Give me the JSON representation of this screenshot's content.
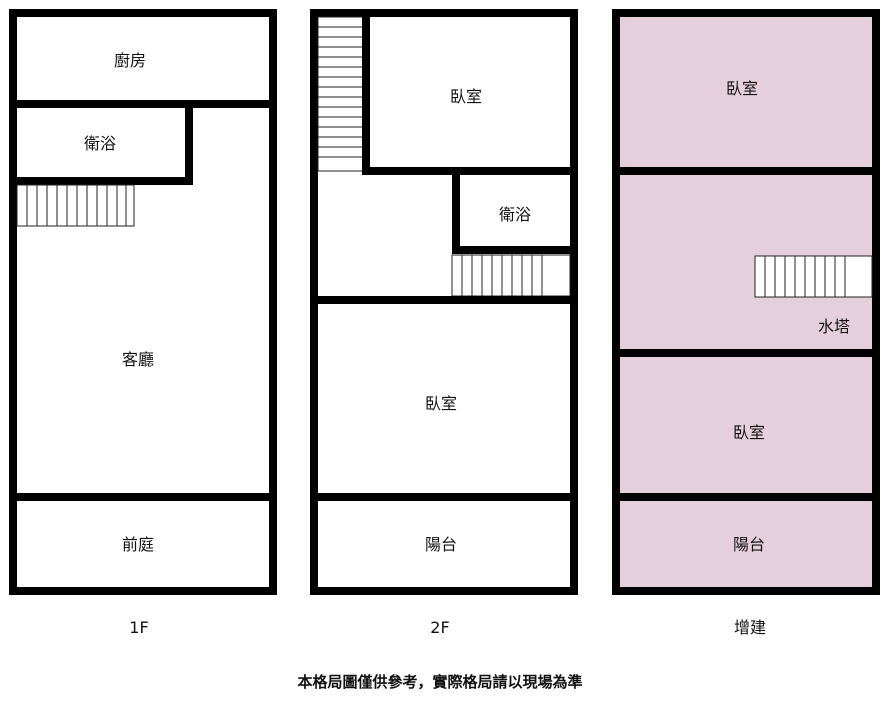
{
  "floors": {
    "f1": {
      "label": "1F",
      "rooms": {
        "kitchen": "廚房",
        "bath": "衛浴",
        "living": "客廳",
        "front_yard": "前庭"
      }
    },
    "f2": {
      "label": "2F",
      "rooms": {
        "bedroom_top": "臥室",
        "bath": "衛浴",
        "bedroom_main": "臥室",
        "balcony": "陽台"
      }
    },
    "addition": {
      "label": "增建",
      "highlight_color": "#e6cfdc",
      "rooms": {
        "bedroom_top": "臥室",
        "water_tower": "水塔",
        "bedroom_bottom": "臥室",
        "balcony": "陽台"
      }
    }
  },
  "footer_note": "本格局圖僅供參考，實際格局請以現場為準"
}
